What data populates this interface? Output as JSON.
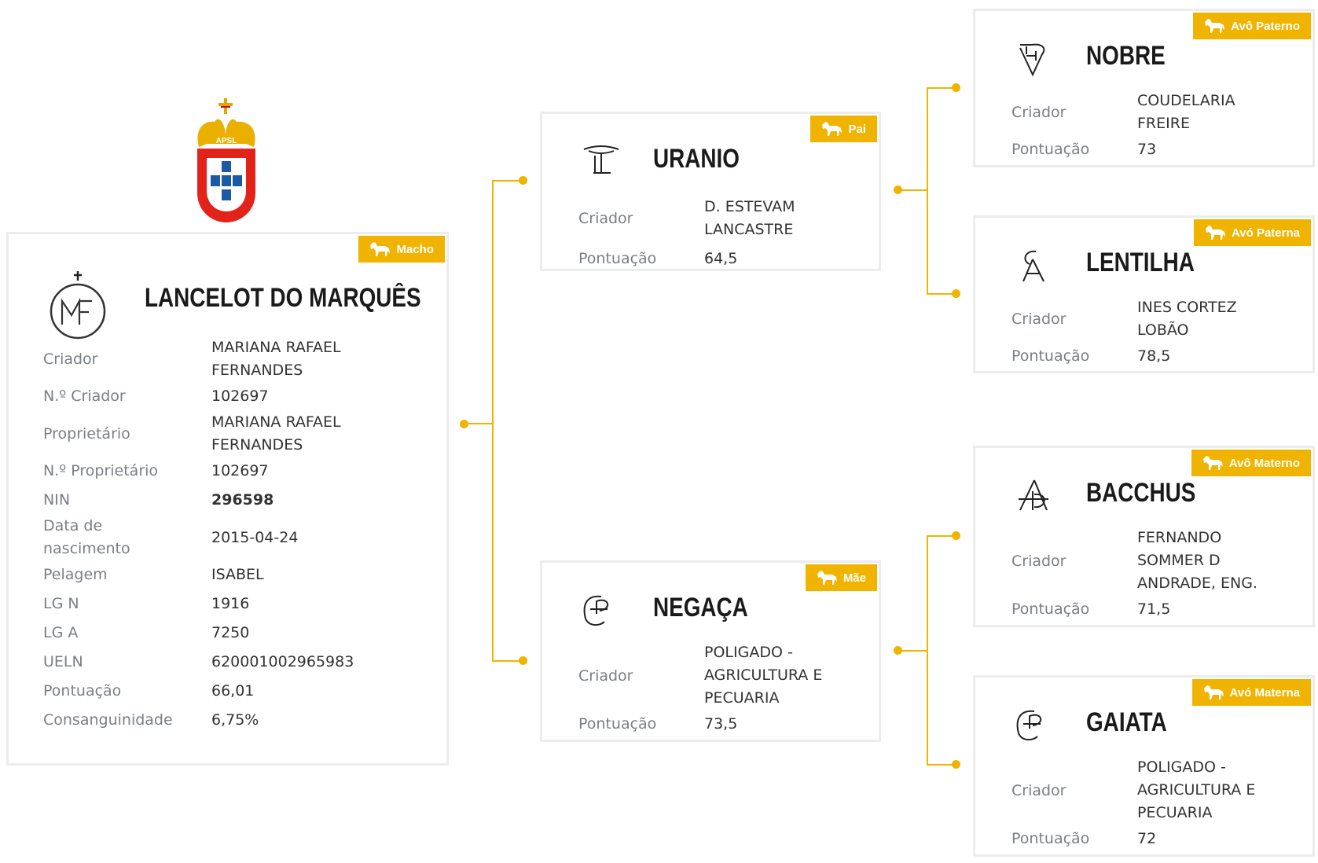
{
  "colors": {
    "accent": "#f0b400",
    "label": "#7a7f85"
  },
  "logo": {
    "text": "APSL"
  },
  "main": {
    "badge": "Macho",
    "badge_icon": "horse-icon",
    "name": "LANCELOT DO MARQUÊS",
    "brand_icon": "mf-brand-icon",
    "rows": [
      {
        "label": "Criador",
        "value": "MARIANA RAFAEL FERNANDES"
      },
      {
        "label": "N.º Criador",
        "value": "102697"
      },
      {
        "label": "Proprietário",
        "value": "MARIANA RAFAEL FERNANDES"
      },
      {
        "label": "N.º Proprietário",
        "value": "102697"
      },
      {
        "label": "NIN",
        "value": "296598"
      },
      {
        "label": "Data de nascimento",
        "value": "2015-04-24"
      },
      {
        "label": "Pelagem",
        "value": "ISABEL"
      },
      {
        "label": "LG N",
        "value": "1916"
      },
      {
        "label": "LG A",
        "value": "7250"
      },
      {
        "label": "UELN",
        "value": "620001002965983"
      },
      {
        "label": "Pontuação",
        "value": "66,01"
      },
      {
        "label": "Consanguinidade",
        "value": "6,75%"
      }
    ]
  },
  "ancestors": [
    {
      "key": "pai",
      "badge": "Pai",
      "name": "URANIO",
      "criador_label": "Criador",
      "criador": "D. ESTEVAM LANCASTRE",
      "pontuacao_label": "Pontuação",
      "pontuacao": "64,5"
    },
    {
      "key": "mae",
      "badge": "Mãe",
      "name": "NEGAÇA",
      "criador_label": "Criador",
      "criador": "POLIGADO - AGRICULTURA E PECUARIA",
      "pontuacao_label": "Pontuação",
      "pontuacao": "73,5"
    },
    {
      "key": "avo-paterno",
      "badge": "Avô Paterno",
      "name": "NOBRE",
      "criador_label": "Criador",
      "criador": "COUDELARIA FREIRE",
      "pontuacao_label": "Pontuação",
      "pontuacao": "73"
    },
    {
      "key": "avo-paterna",
      "badge": "Avó Paterna",
      "name": "LENTILHA",
      "criador_label": "Criador",
      "criador": "INES CORTEZ LOBÃO",
      "pontuacao_label": "Pontuação",
      "pontuacao": "78,5"
    },
    {
      "key": "avo-materno",
      "badge": "Avô Materno",
      "name": "BACCHUS",
      "criador_label": "Criador",
      "criador": "FERNANDO SOMMER D ANDRADE, ENG.",
      "pontuacao_label": "Pontuação",
      "pontuacao": "71,5"
    },
    {
      "key": "avo-materna",
      "badge": "Avó Materna",
      "name": "GAIATA",
      "criador_label": "Criador",
      "criador": "POLIGADO - AGRICULTURA E PECUARIA",
      "pontuacao_label": "Pontuação",
      "pontuacao": "72"
    }
  ]
}
